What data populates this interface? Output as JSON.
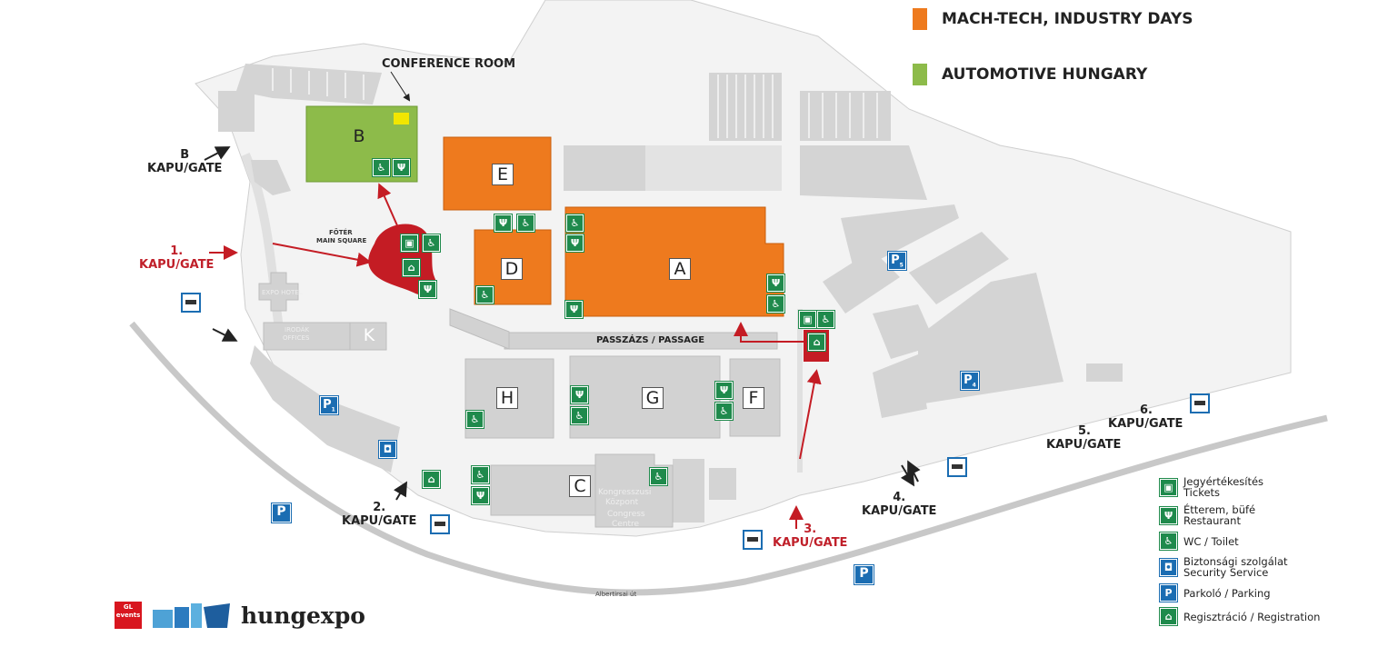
{
  "legend_top": [
    {
      "label": "MACH-TECH, INDUSTRY DAYS",
      "color": "#ee7a1e"
    },
    {
      "label": "AUTOMOTIVE HUNGARY",
      "color": "#8dbb4a"
    }
  ],
  "colors": {
    "orange": "#ee7a1e",
    "green": "#8dbb4a",
    "red": "#c41c24",
    "gray": "#d2d2d2",
    "icon_green": "#1f8a4c",
    "parking_blue": "#1b6db2"
  },
  "halls": {
    "A": "A",
    "B": "B",
    "C": "C",
    "D": "D",
    "E": "E",
    "F": "F",
    "G": "G",
    "H": "H",
    "K": "K"
  },
  "labels": {
    "conference_room": "CONFERENCE ROOM",
    "fo_ter": "FŐTÉR",
    "main_square": "MAIN SQUARE",
    "passage": "PASSZÁZS / PASSAGE",
    "irodak": "IRODÁK",
    "offices": "OFFICES",
    "expo_hotel": "EXPO HOTEL",
    "congress_1": "Kongresszusi",
    "congress_2": "Központ",
    "congress_3": "Congress",
    "congress_4": "Centre",
    "road": "Albertirsai út"
  },
  "gates": {
    "b_1": "B",
    "b_2": "KAPU/GATE",
    "g1_1": "1.",
    "g1_2": "KAPU/GATE",
    "g2_1": "2.",
    "g2_2": "KAPU/GATE",
    "g3_1": "3.",
    "g3_2": "KAPU/GATE",
    "g4_1": "4.",
    "g4_2": "KAPU/GATE",
    "g5_1": "5.",
    "g5_2": "KAPU/GATE",
    "g6_1": "6.",
    "g6_2": "KAPU/GATE"
  },
  "parking": {
    "p1": "P",
    "p1_sub": "1",
    "p4": "P",
    "p4_sub": "4",
    "p5": "P",
    "p5_sub": "5",
    "p_a": "P",
    "p_b": "P"
  },
  "legend": [
    {
      "icon": "ticket-icon",
      "line1": "Jegyértékesítés",
      "line2": "Tickets"
    },
    {
      "icon": "restaurant-icon",
      "line1": "Étterem, büfé",
      "line2": "Restaurant"
    },
    {
      "icon": "toilet-icon",
      "line1": "WC / Toilet",
      "line2": ""
    },
    {
      "icon": "security-icon",
      "line1": "Biztonsági szolgálat",
      "line2": "Security Service"
    },
    {
      "icon": "parking-icon",
      "line1": "Parkoló / Parking",
      "line2": ""
    },
    {
      "icon": "registration-icon",
      "line1": "Regisztráció / Registration",
      "line2": ""
    }
  ],
  "logo": {
    "brand": "hungexpo",
    "badge": "GL events"
  }
}
